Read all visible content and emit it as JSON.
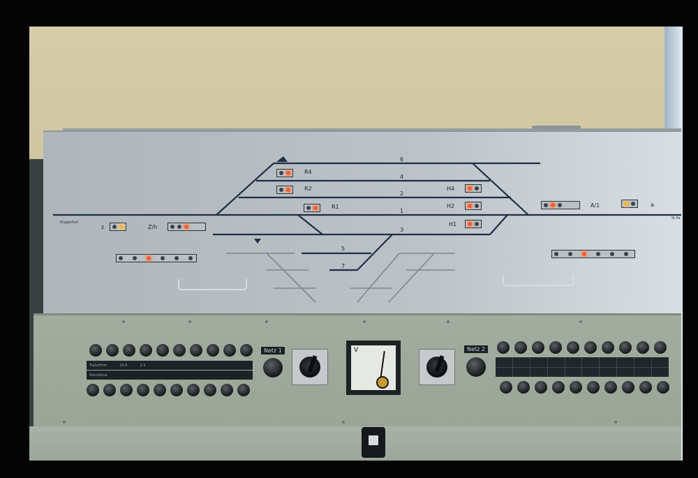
{
  "station_labels": {
    "left": "Klagenfurt",
    "right": "St.Pa"
  },
  "track_numbers": [
    "6",
    "4",
    "2",
    "1",
    "3",
    "5",
    "7"
  ],
  "signals": {
    "exit_left": [
      "R4",
      "R2",
      "R1"
    ],
    "exit_right": [
      "H4",
      "H2",
      "H1"
    ],
    "entry_left": [
      "Z/h",
      "z"
    ],
    "entry_right": [
      "A/1",
      "a"
    ]
  },
  "console": {
    "netz1_label": "Netz 1",
    "netz2_label": "Netz 2",
    "voltmeter_unit": "V",
    "strip_top": [
      "Trafo/Prim",
      "25 R",
      "2 S"
    ],
    "strip_bottom": [
      "Steckdose"
    ]
  },
  "colors": {
    "lamp_red": "#ff5a2a",
    "lamp_amber": "#ffb33a",
    "track_line": "#1f2d44"
  }
}
